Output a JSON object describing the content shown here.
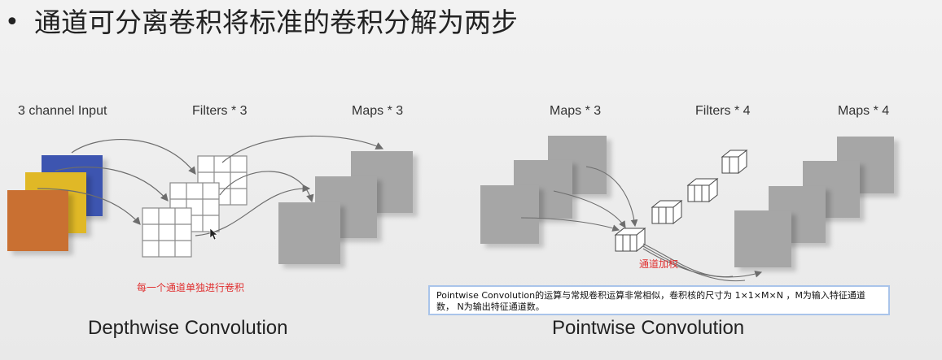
{
  "slide": {
    "bullet": "•",
    "title": "通道可分离卷积将标准的卷积分解为两步"
  },
  "depthwise": {
    "input_label": "3 channel Input",
    "filters_label": "Filters * 3",
    "maps_label": "Maps * 3",
    "annotation": "每一个通道单独进行卷积",
    "caption": "Depthwise Convolution",
    "input_colors": [
      "#c96f33",
      "#e0b828",
      "#3d55b0"
    ]
  },
  "pointwise": {
    "maps_in_label": "Maps * 3",
    "filters_label": "Filters * 4",
    "maps_out_label": "Maps * 4",
    "annotation": "通道加权",
    "caption": "Pointwise Convolution"
  },
  "note": {
    "text": "Pointwise Convolution的运算与常规卷积运算非常相似，卷积核的尺寸为 1×1×M×N ，M为输入特征通道数， N为输出特征通道数。"
  },
  "colors": {
    "annotation_red": "#e03030",
    "map_gray": "#a6a6a6",
    "arrow_gray": "#6d6d6d",
    "note_border": "#a9c4ea"
  }
}
